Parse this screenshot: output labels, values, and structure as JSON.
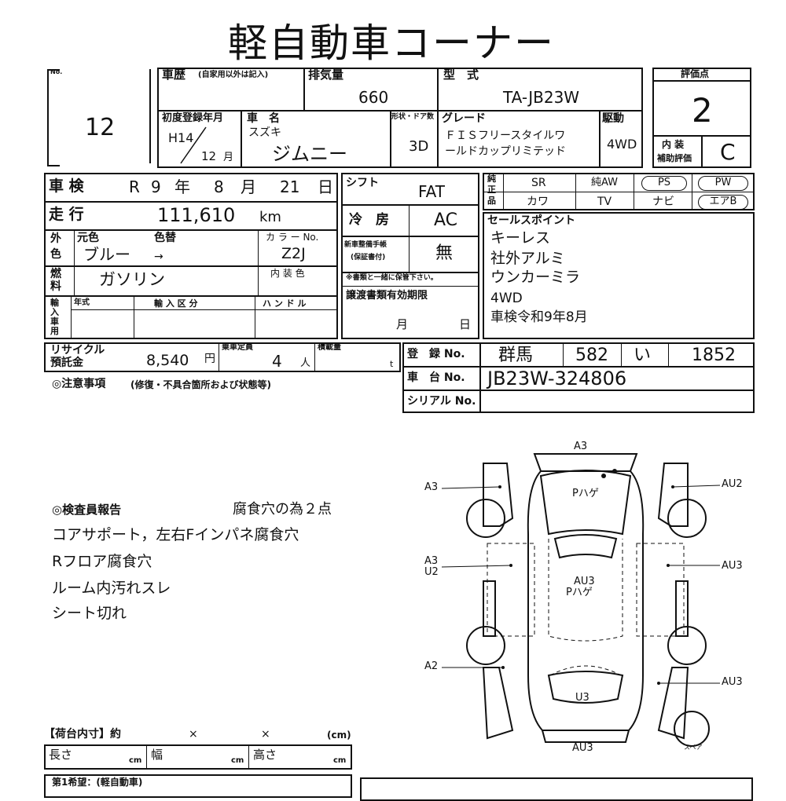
{
  "title": "軽自動車コーナー",
  "lot": {
    "label": "No.",
    "value": "12"
  },
  "history": {
    "label": "車歴",
    "note": "(自家用以外は記入)"
  },
  "displacement": {
    "label": "排気量",
    "value": "660"
  },
  "model": {
    "label": "型　式",
    "value": "TA-JB23W"
  },
  "score": {
    "label": "評価点",
    "value": "2"
  },
  "first_reg": {
    "label": "初度登録年月",
    "year": "H14",
    "month": "12",
    "month_unit": "月"
  },
  "car_name": {
    "label": "車　名",
    "maker": "スズキ",
    "name": "ジムニー"
  },
  "body_doors": {
    "label": "形状・ドア数",
    "value": "3D"
  },
  "grade": {
    "label": "グレード",
    "value_line1": "ＦＩＳフリースタイルワ",
    "value_line2": "ールドカップリミテッド"
  },
  "drive": {
    "label": "駆動",
    "value": "4WD"
  },
  "interior_grade": {
    "label_line1": "内 装",
    "label_line2": "補助評価",
    "value": "C"
  },
  "inspection": {
    "label": "車 検",
    "era": "R",
    "year": "9",
    "year_unit": "年",
    "month": "8",
    "month_unit": "月",
    "day": "21",
    "day_unit": "日"
  },
  "shift": {
    "label": "シフト",
    "value": "FAT"
  },
  "mileage": {
    "label": "走 行",
    "value": "111,610",
    "unit": "km"
  },
  "ac": {
    "label": "冷　房",
    "value": "AC"
  },
  "equipment": {
    "label": "純正品",
    "row1": [
      "SR",
      "純AW",
      "PS",
      "PW"
    ],
    "row2": [
      "カワ",
      "TV",
      "ナビ",
      "エアB"
    ]
  },
  "sales_points": {
    "label": "セールスポイント",
    "items": [
      "キーレス",
      "社外アルミ",
      "ウンカーミラ",
      "4WD",
      "車検令和9年8月"
    ]
  },
  "color": {
    "label": "外色",
    "original_label": "元色",
    "original": "ブルー",
    "changed_label": "色替",
    "arrow": "→",
    "code_label": "カ ラ ー No.",
    "code": "Z2J"
  },
  "manual": {
    "label_line1": "新車整備手帳",
    "label_line2": "(保証書付)",
    "value": "無",
    "note": "※書類と一緒に保管下さい。"
  },
  "fuel": {
    "label": "燃料",
    "value": "ガソリン",
    "interior_color_label": "内 装 色"
  },
  "import": {
    "label": "輸入車用",
    "year_label": "年式",
    "type_label": "輸 入 区 分",
    "handle_label": "ハ ン ド ル"
  },
  "transfer_docs": {
    "label": "譲渡書類有効期限",
    "month_unit": "月",
    "day_unit": "日"
  },
  "recycle": {
    "label_line1": "リサイクル",
    "label_line2": "預託金",
    "value": "8,540",
    "unit": "円"
  },
  "capacity": {
    "label": "乗車定員",
    "value": "4",
    "unit": "人"
  },
  "load": {
    "label": "積載量",
    "unit": "t"
  },
  "registration": {
    "label": "登　録 No.",
    "area": "群馬",
    "class": "582",
    "kana": "い",
    "number": "1852"
  },
  "chassis": {
    "label": "車　台 No.",
    "value": "JB23W-324806"
  },
  "serial": {
    "label": "シリアル No."
  },
  "caution": {
    "label": "◎注意事項",
    "note": "(修復・不具合箇所および状態等)"
  },
  "inspector": {
    "label": "◎検査員報告",
    "summary": "腐食穴の為２点",
    "lines": [
      "コアサポート，左右Fインパネ腐食穴",
      "Rフロア腐食穴",
      "ルーム内汚れスレ",
      "シート切れ"
    ]
  },
  "diagram": {
    "top": "A3",
    "left_front": "A3",
    "left_mid_1": "A3",
    "left_mid_2": "U2",
    "left_rear": "A2",
    "right_front": "AU2",
    "right_mid": "AU3",
    "right_rear": "AU3",
    "hood": "Pハゲ",
    "roof_1": "AU3",
    "roof_2": "Pハゲ",
    "rear_panel": "U3",
    "bottom": "AU3",
    "spare": "スペア"
  },
  "cargo": {
    "label": "【荷台内寸】約",
    "times": "×",
    "unit": "(cm)",
    "length_label": "長さ",
    "width_label": "幅",
    "height_label": "高さ",
    "cm": "cm"
  },
  "bottom_stamp": "第1希望：(軽自動車)"
}
